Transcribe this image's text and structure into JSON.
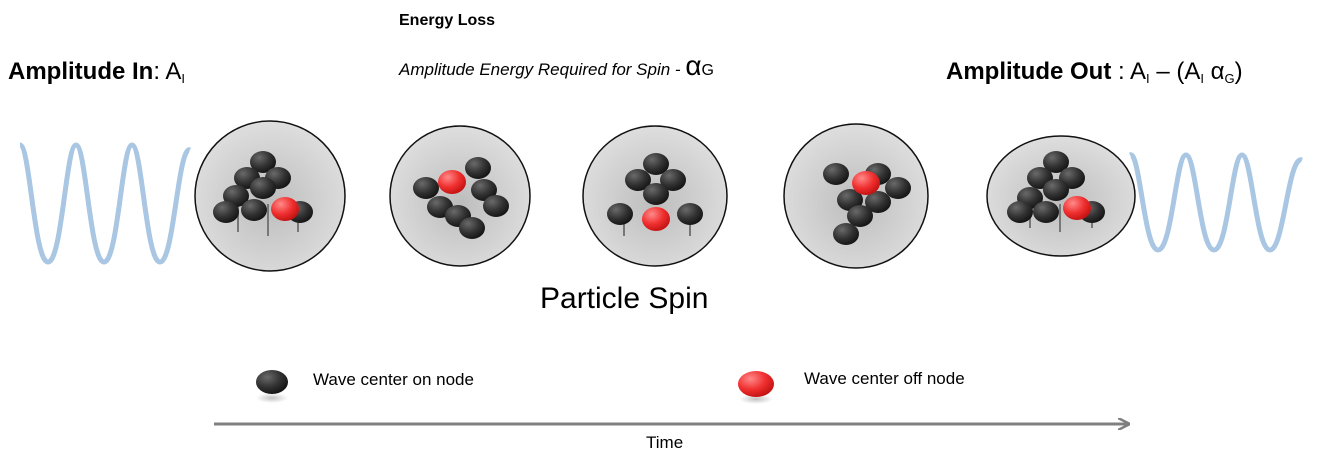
{
  "header": {
    "energy_loss": "Energy Loss",
    "subtitle_prefix": "Amplitude Energy Required for Spin - ",
    "subtitle_alpha": "α",
    "subtitle_sub": "G"
  },
  "amplitude_in": {
    "label": "Amplitude In",
    "sep": ":  ",
    "symbol": "A",
    "sub": "I"
  },
  "amplitude_out": {
    "label": "Amplitude Out",
    "sep": " :  ",
    "p1": "A",
    "s1": "I",
    "p2": " – (A",
    "s2": "I",
    "p3": " α",
    "s3": "G",
    "p4": ")"
  },
  "particle_spin": "Particle Spin",
  "legend": {
    "on_node": "Wave center on node",
    "off_node": "Wave center off node"
  },
  "time_label": "Time",
  "colors": {
    "wave": "#a9c6e3",
    "ellipse_fill": "#d6d6d6",
    "sphere_dark": "#2f2f2f",
    "sphere_red": "#f03030",
    "arrow": "#7f7f7f"
  }
}
